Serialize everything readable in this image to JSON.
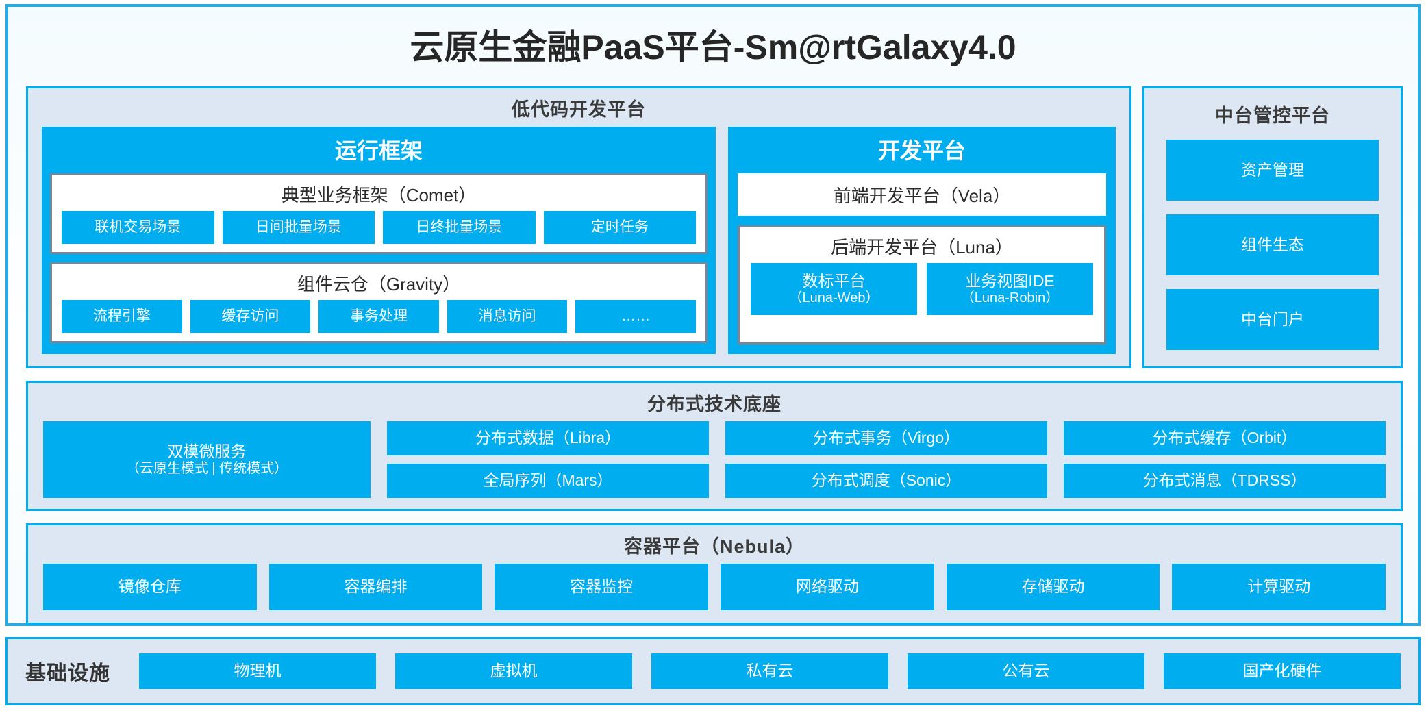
{
  "page": {
    "title": "云原生金融PaaS平台-Sm@rtGalaxy4.0",
    "accent_blue": "#00AEEF",
    "panel_bg": "#DDE7F3",
    "group_border": "#7E8492",
    "frame_border": "#29ABE2"
  },
  "lowcode": {
    "title": "低代码开发平台",
    "runtime": {
      "title": "运行框架",
      "groups": [
        {
          "title": "典型业务框架（Comet）",
          "items": [
            "联机交易场景",
            "日间批量场景",
            "日终批量场景",
            "定时任务"
          ]
        },
        {
          "title": "组件云仓（Gravity）",
          "items": [
            "流程引擎",
            "缓存访问",
            "事务处理",
            "消息访问",
            "……"
          ]
        }
      ]
    },
    "dev": {
      "title": "开发平台",
      "frontend": "前端开发平台（Vela）",
      "backend": {
        "title": "后端开发平台（Luna）",
        "items": [
          {
            "name": "数标平台",
            "code": "（Luna-Web）"
          },
          {
            "name": "业务视图IDE",
            "code": "（Luna-Robin）"
          }
        ]
      }
    }
  },
  "midoffice": {
    "title": "中台管控平台",
    "items": [
      "资产管理",
      "组件生态",
      "中台门户"
    ]
  },
  "distributed": {
    "title": "分布式技术底座",
    "dual_mode": {
      "name": "双模微服务",
      "modes": "（云原生模式 | 传统模式）"
    },
    "columns": [
      [
        "分布式数据（Libra）",
        "全局序列（Mars）"
      ],
      [
        "分布式事务（Virgo）",
        "分布式调度（Sonic）"
      ],
      [
        "分布式缓存（Orbit）",
        "分布式消息（TDRSS）"
      ]
    ]
  },
  "container": {
    "title": "容器平台（Nebula）",
    "items": [
      "镜像仓库",
      "容器编排",
      "容器监控",
      "网络驱动",
      "存储驱动",
      "计算驱动"
    ]
  },
  "infrastructure": {
    "label": "基础设施",
    "items": [
      "物理机",
      "虚拟机",
      "私有云",
      "公有云",
      "国产化硬件"
    ]
  }
}
